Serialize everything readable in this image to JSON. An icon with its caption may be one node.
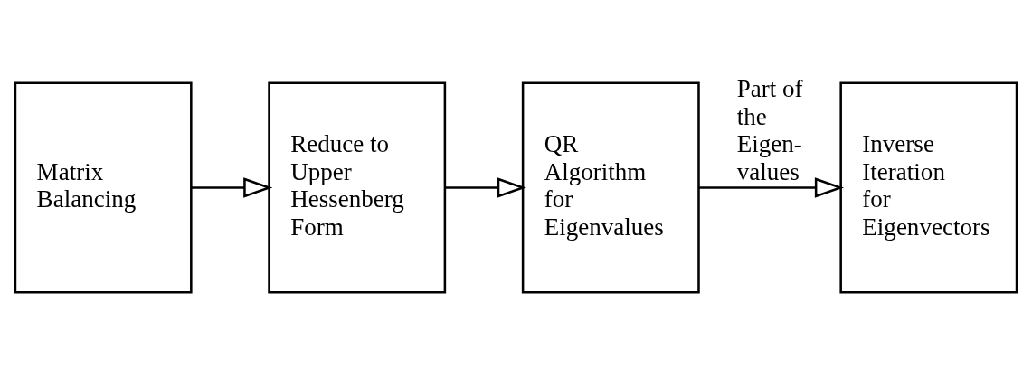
{
  "diagram": {
    "nodes": [
      {
        "text": [
          "Matrix Balancing"
        ]
      },
      {
        "text": [
          "Reduce to Upper Hessenberg Form"
        ]
      },
      {
        "text": [
          "QR Algorithm for Eigenvalues"
        ]
      },
      {
        "text": [
          "Inverse Iteration for Eigenvectors"
        ]
      }
    ],
    "edges": [
      {
        "from": 0,
        "to": 1,
        "arrow": "to"
      },
      {
        "from": 1,
        "to": 2,
        "arrow": "to"
      },
      {
        "from": 2,
        "to": 3,
        "arrow": "to",
        "label": "Part of the Eigen- values"
      }
    ]
  }
}
